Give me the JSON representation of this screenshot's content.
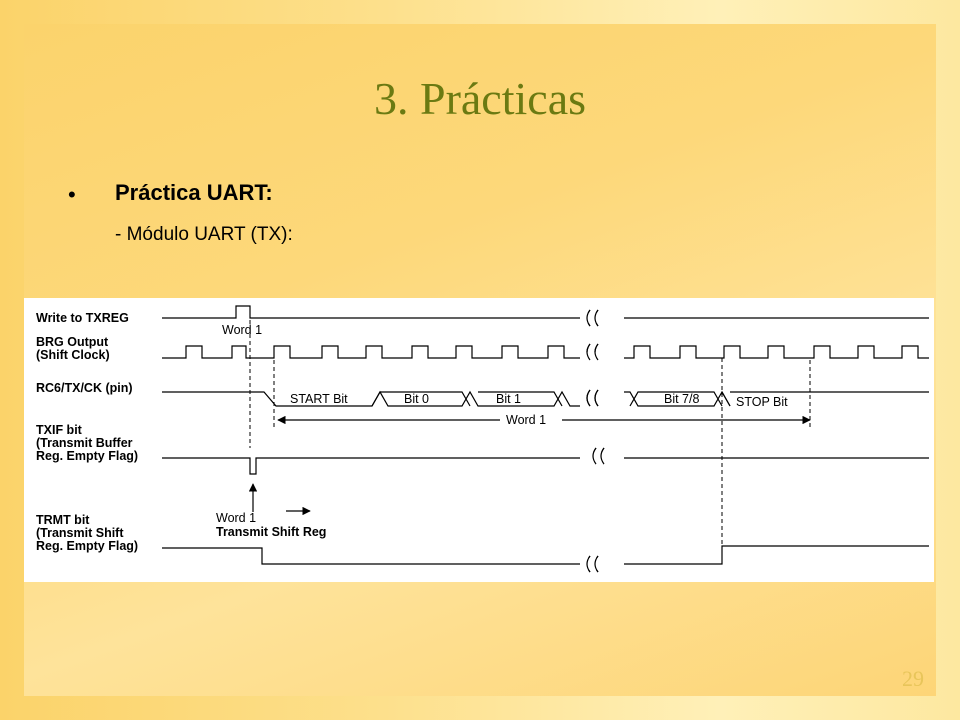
{
  "slide": {
    "title": "3. Prácticas",
    "bullet_marker": "•",
    "bullet_text": "Práctica UART:",
    "sub_text": "- Módulo UART (TX):",
    "page_number": "29"
  },
  "diagram": {
    "signals": {
      "write_txreg": "Write to TXREG",
      "brg_output_1": "BRG Output",
      "brg_output_2": "(Shift Clock)",
      "rc6": "RC6/TX/CK (pin)",
      "txif_1": "TXIF bit",
      "txif_2": "(Transmit Buffer",
      "txif_3": "Reg. Empty Flag)",
      "trmt_1": "TRMT bit",
      "trmt_2": "(Transmit Shift",
      "trmt_3": "Reg. Empty Flag)"
    },
    "annotations": {
      "word1_top": "Word 1",
      "start_bit": "START Bit",
      "bit0": "Bit 0",
      "bit1": "Bit 1",
      "bit78": "Bit 7/8",
      "stop_bit": "STOP Bit",
      "word1_span": "Word 1",
      "word1_bottom_1": "Word 1",
      "word1_bottom_2": "Transmit Shift Reg"
    }
  }
}
